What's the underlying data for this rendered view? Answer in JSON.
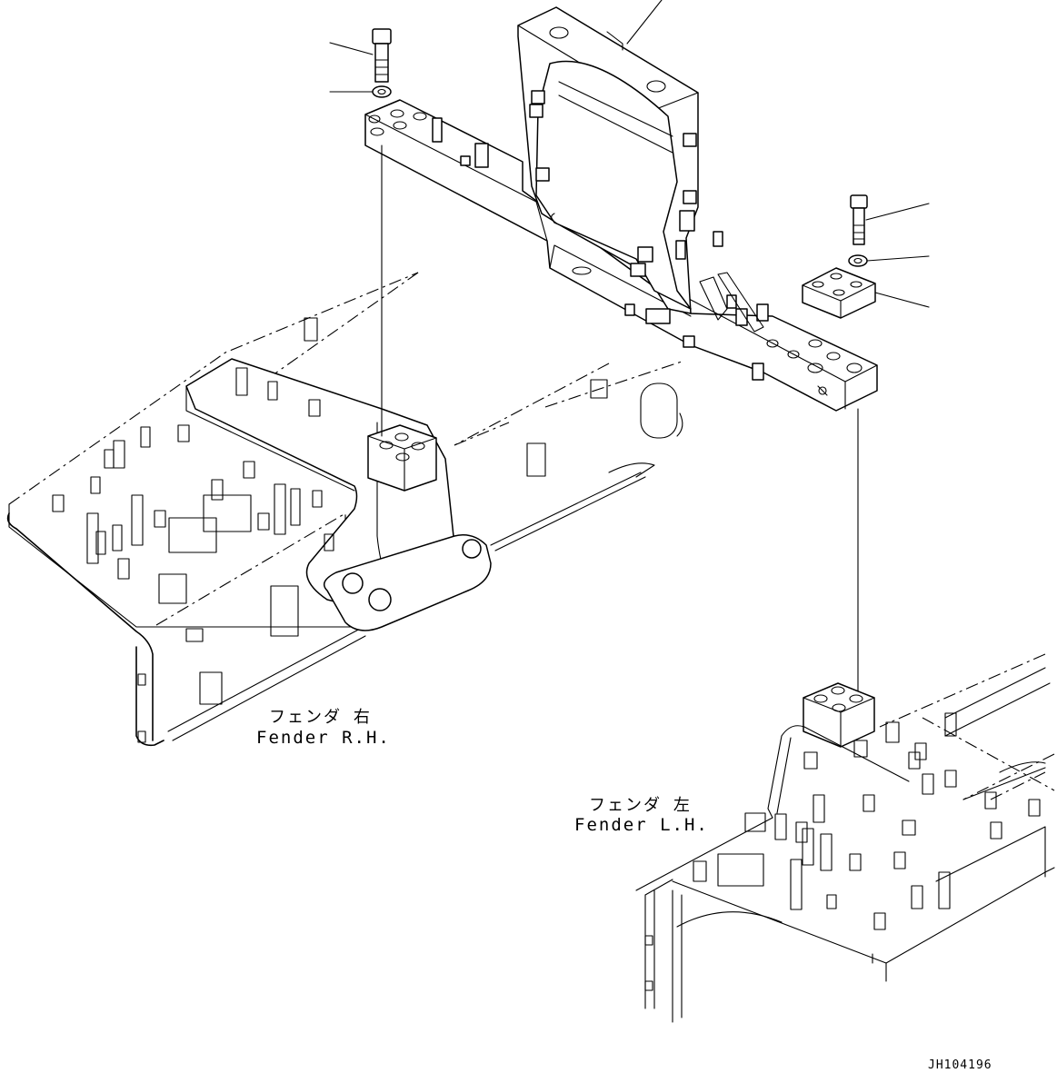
{
  "labels": {
    "fender_rh_jp": "フェンダ 右",
    "fender_rh_en": "Fender R.H.",
    "fender_lh_jp": "フェンダ 左",
    "fender_lh_en": "Fender L.H."
  },
  "drawing_code": "JH104196",
  "colors": {
    "line": "#000000",
    "background": "#ffffff"
  }
}
